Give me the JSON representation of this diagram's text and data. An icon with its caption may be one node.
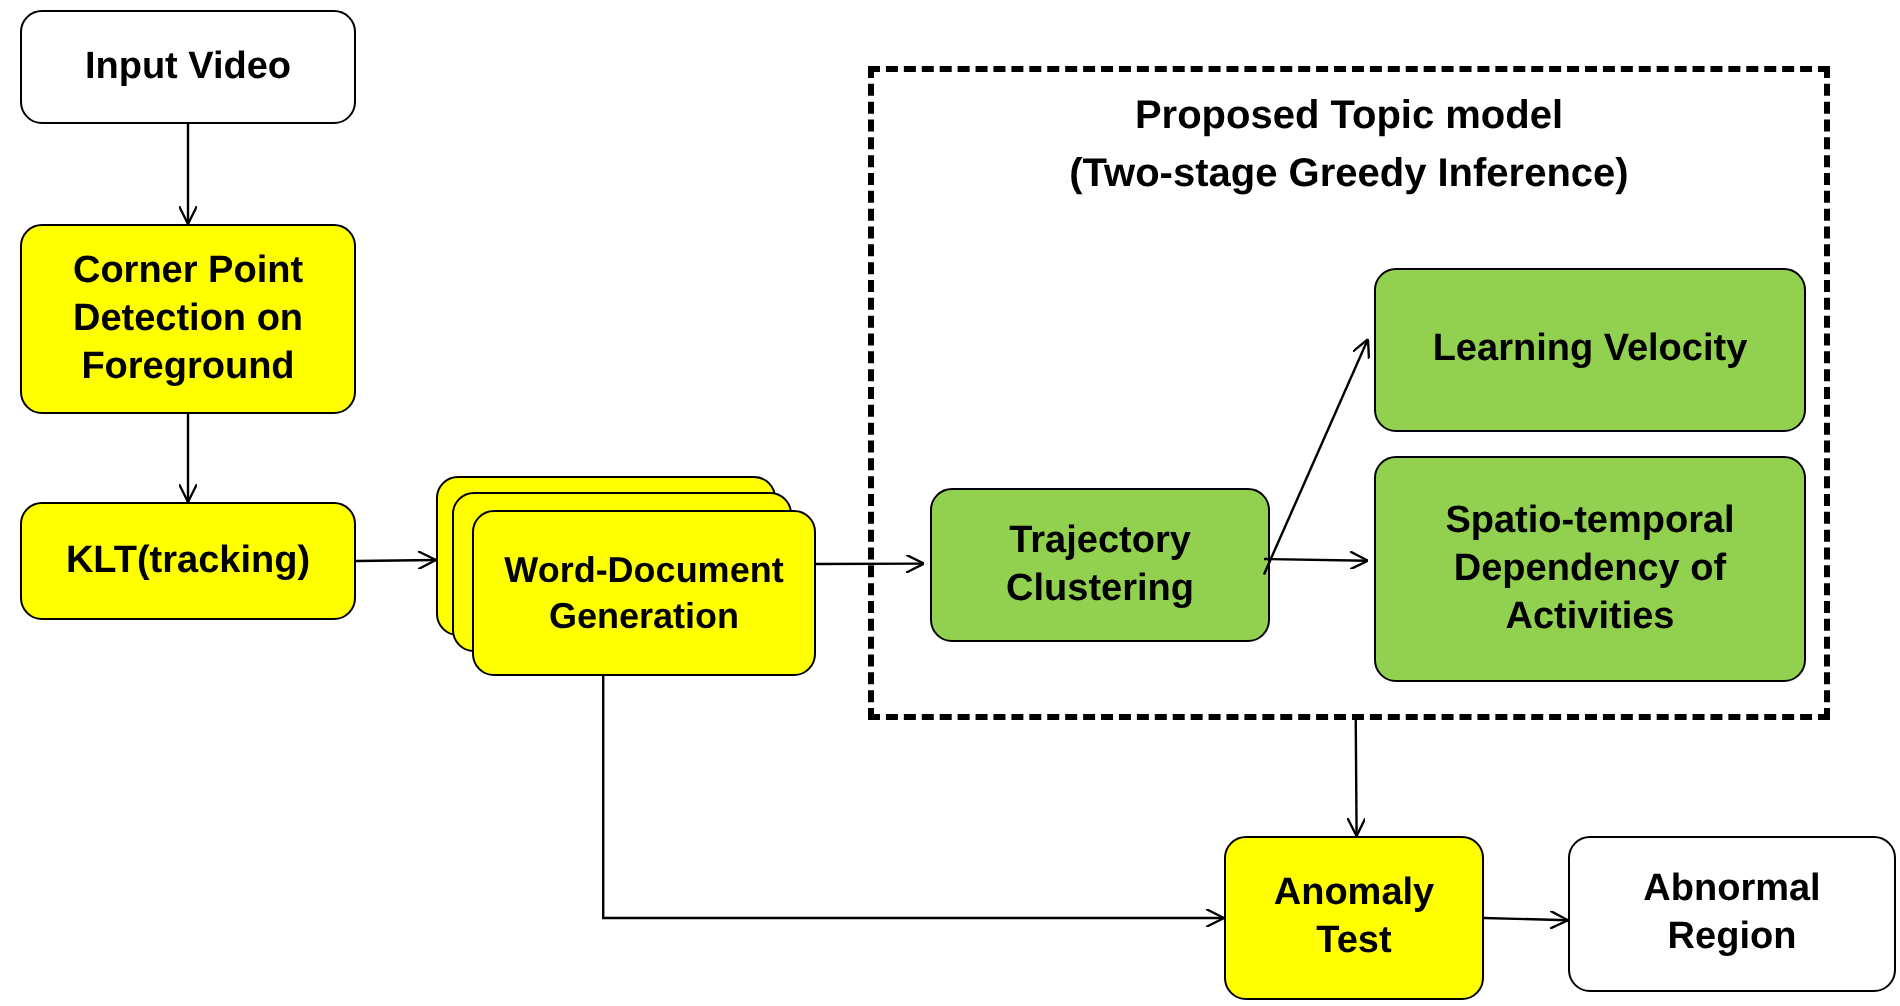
{
  "diagram": {
    "nodes": [
      {
        "text": [
          "Input Video"
        ]
      },
      {
        "text": [
          "Corner Point Detection on Foreground"
        ]
      },
      {
        "text": [
          "KLT(tracking)"
        ]
      },
      {
        "text": [
          "Word-Document Generation"
        ]
      },
      {
        "text": [
          "Proposed Topic model",
          "(Two-stage Greedy Inference)"
        ]
      },
      {
        "text": [
          "Trajectory Clustering"
        ],
        "in": 4
      },
      {
        "text": [
          "Learning Velocity"
        ],
        "in": 4
      },
      {
        "text": [
          "Spatio-temporal Dependency of Activities"
        ],
        "in": 4
      },
      {
        "text": [
          "Anomaly Test"
        ]
      },
      {
        "text": [
          "Abnormal Region"
        ]
      }
    ],
    "edges": [
      {
        "from": 0,
        "to": 1,
        "arrow": "to"
      },
      {
        "from": 1,
        "to": 2,
        "arrow": "to"
      },
      {
        "from": 2,
        "to": 3,
        "arrow": "to"
      },
      {
        "from": 3,
        "to": 5,
        "arrow": "to"
      },
      {
        "from": 5,
        "to": 6,
        "arrow": "to"
      },
      {
        "from": 5,
        "to": 7,
        "arrow": "to"
      },
      {
        "from": 4,
        "to": 8,
        "arrow": "to"
      },
      {
        "from": 3,
        "to": 8,
        "arrow": "to"
      },
      {
        "from": 8,
        "to": 9,
        "arrow": "to"
      }
    ]
  }
}
